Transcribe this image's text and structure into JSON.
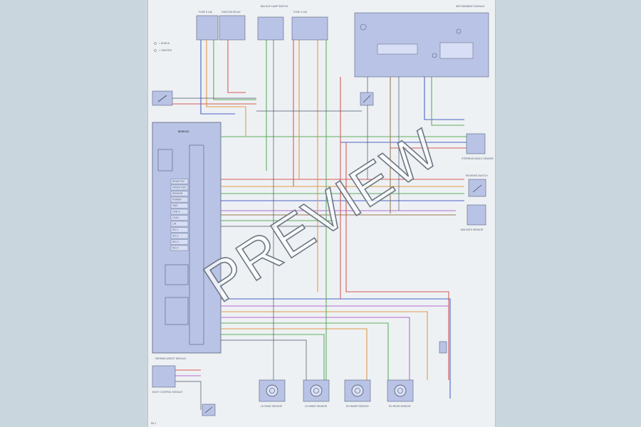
{
  "watermark": "PREVIEW",
  "diagram": {
    "header_blocks": [
      {
        "label": "FUSE 9\n10A"
      },
      {
        "label": "IGNITION\nRELAY"
      },
      {
        "label": "BACKUP LAMP\nSWITCH"
      },
      {
        "label": "FUSE 4\n10A"
      },
      {
        "label": "INFOTAINMENT\nMODULE"
      }
    ],
    "legend": [
      "= SHIELD",
      "= TWISTED"
    ],
    "module_label": "MODULE",
    "module_pins": [
      "REAR PDC",
      "FRONT PDC",
      "SENSOR",
      "POWER",
      "GND",
      "CAN H",
      "CAN L",
      "LIN",
      "SIG 1",
      "SIG 2",
      "SIG 3",
      "SIG 4"
    ],
    "module_caption": "PARKING ASSIST MODULE",
    "sensors": [
      "LH REAR SENSOR",
      "LH INNER SENSOR",
      "RH INNER SENSOR",
      "RH REAR SENSOR"
    ],
    "right_blocks": [
      {
        "label": "STEERING ANGLE\nSENSOR"
      },
      {
        "label": "REVERSE\nSWITCH"
      },
      {
        "label": "YAW RATE\nSENSOR"
      }
    ],
    "bottom_left_block": "BODY CONTROL\nMODULE",
    "page_ref": "PA-1",
    "wire_colors": {
      "red": "#d65a5a",
      "blue": "#4a63c9",
      "green": "#5fae5f",
      "violet": "#b46ad0",
      "orange": "#e09a4a",
      "brown": "#9b7a55",
      "gray": "#8a96a3",
      "dark": "#4b5563"
    }
  }
}
